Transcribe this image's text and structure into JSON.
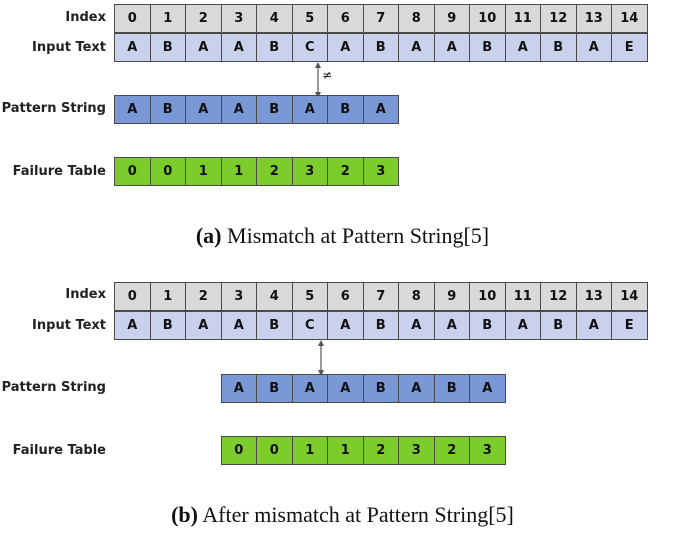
{
  "labels": {
    "index": "Index",
    "input_text": "Input Text",
    "pattern_string": "Pattern String",
    "failure_table": "Failure Table"
  },
  "index_values": [
    "0",
    "1",
    "2",
    "3",
    "4",
    "5",
    "6",
    "7",
    "8",
    "9",
    "10",
    "11",
    "12",
    "13",
    "14"
  ],
  "input_text": [
    "A",
    "B",
    "A",
    "A",
    "B",
    "C",
    "A",
    "B",
    "A",
    "A",
    "B",
    "A",
    "B",
    "A",
    "E"
  ],
  "pattern": [
    "A",
    "B",
    "A",
    "A",
    "B",
    "A",
    "B",
    "A"
  ],
  "failure": [
    "0",
    "0",
    "1",
    "1",
    "2",
    "3",
    "2",
    "3"
  ],
  "mismatch_symbol": "≠",
  "panel_a": {
    "caption_tag": "(a)",
    "caption_text": " Mismatch at Pattern String[5]",
    "pattern_shift": 0
  },
  "panel_b": {
    "caption_tag": "(b)",
    "caption_text": " After mismatch at Pattern String[5]",
    "pattern_shift": 3
  },
  "colors": {
    "index": "#d9d9d9",
    "input_text": "#c9d1ec",
    "pattern": "#7a97d6",
    "failure": "#7ccc2c"
  }
}
